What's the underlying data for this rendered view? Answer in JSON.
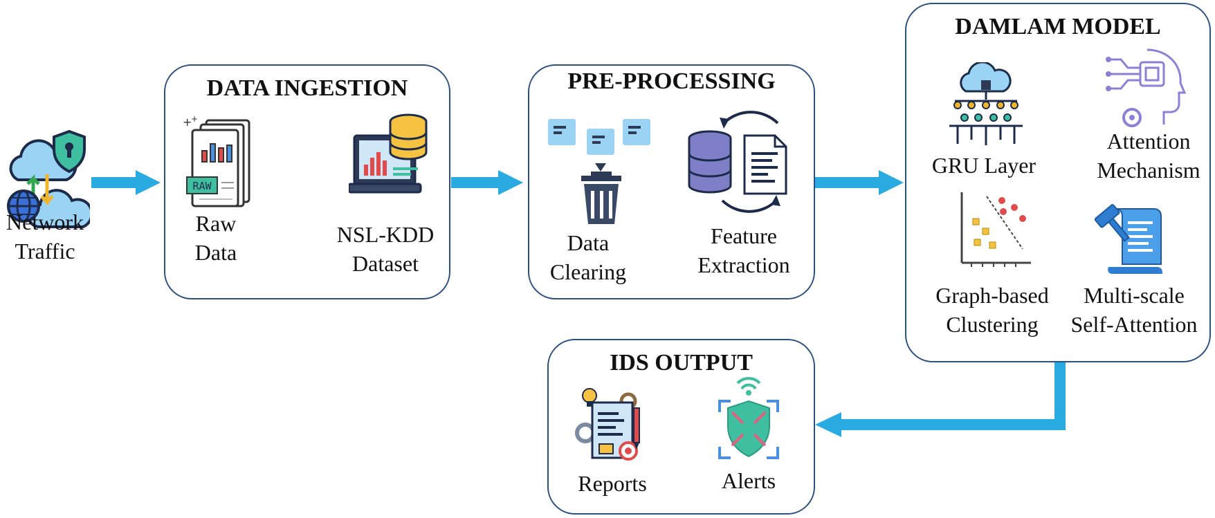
{
  "input": {
    "label_line1": "Network",
    "label_line2": "Traffic"
  },
  "ingestion": {
    "title": "DATA INGESTION",
    "raw": {
      "line1": "Raw",
      "line2": "Data",
      "badge": "RAW"
    },
    "dataset": {
      "line1": "NSL-KDD",
      "line2": "Dataset"
    }
  },
  "preprocessing": {
    "title": "PRE-PROCESSING",
    "cleaning": {
      "line1": "Data",
      "line2": "Clearing"
    },
    "feature": {
      "line1": "Feature",
      "line2": "Extraction"
    }
  },
  "model": {
    "title": "DAMLAM MODEL",
    "gru": {
      "line1": "GRU Layer"
    },
    "attention": {
      "line1": "Attention",
      "line2": "Mechanism"
    },
    "clustering": {
      "line1": "Graph-based",
      "line2": "Clustering"
    },
    "multiscale": {
      "line1": "Multi-scale",
      "line2": "Self-Attention"
    }
  },
  "output": {
    "title": "IDS OUTPUT",
    "reports": {
      "line1": "Reports"
    },
    "alerts": {
      "line1": "Alerts"
    }
  },
  "colors": {
    "arrow": "#29abe2",
    "border": "#2b4f80",
    "accent_blue": "#2f7dd1",
    "accent_purple": "#8b7fd6"
  }
}
